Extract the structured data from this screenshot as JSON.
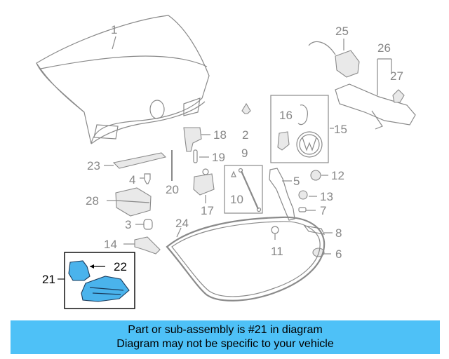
{
  "callouts": [
    {
      "id": "1",
      "label": "1"
    },
    {
      "id": "2",
      "label": "2"
    },
    {
      "id": "3",
      "label": "3"
    },
    {
      "id": "4",
      "label": "4"
    },
    {
      "id": "5",
      "label": "5"
    },
    {
      "id": "6",
      "label": "6"
    },
    {
      "id": "7",
      "label": "7"
    },
    {
      "id": "8",
      "label": "8"
    },
    {
      "id": "9",
      "label": "9"
    },
    {
      "id": "10",
      "label": "10"
    },
    {
      "id": "11",
      "label": "11"
    },
    {
      "id": "12",
      "label": "12"
    },
    {
      "id": "13",
      "label": "13"
    },
    {
      "id": "14",
      "label": "14"
    },
    {
      "id": "15",
      "label": "15"
    },
    {
      "id": "16",
      "label": "16"
    },
    {
      "id": "17",
      "label": "17"
    },
    {
      "id": "18",
      "label": "18"
    },
    {
      "id": "19",
      "label": "19"
    },
    {
      "id": "20",
      "label": "20"
    },
    {
      "id": "21",
      "label": "21"
    },
    {
      "id": "22",
      "label": "22"
    },
    {
      "id": "23",
      "label": "23"
    },
    {
      "id": "24",
      "label": "24"
    },
    {
      "id": "25",
      "label": "25"
    },
    {
      "id": "26",
      "label": "26"
    },
    {
      "id": "27",
      "label": "27"
    },
    {
      "id": "28",
      "label": "28"
    }
  ],
  "highlight": {
    "part": "21",
    "color": "#4ab3ec"
  },
  "banner": {
    "line1": "Part or sub-assembly is #21 in diagram",
    "line2": "Diagram may not be specific to your vehicle",
    "color": "#4ec1f7"
  }
}
